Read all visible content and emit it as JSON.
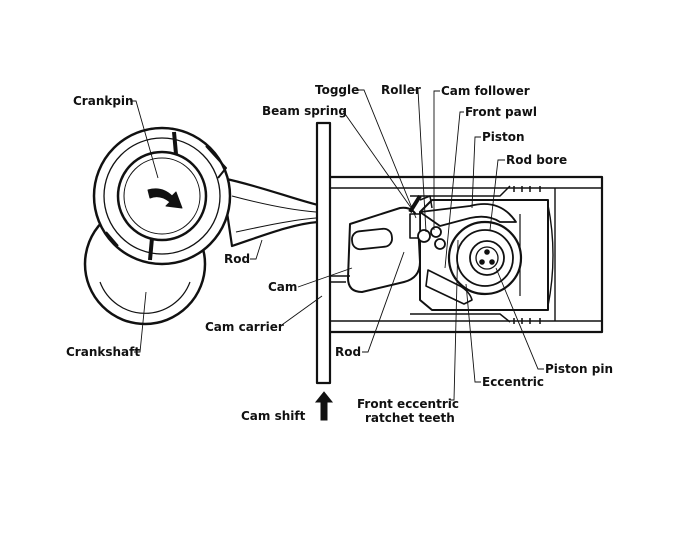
{
  "labels": {
    "crankpin": "Crankpin",
    "beam_spring": "Beam spring",
    "toggle": "Toggle",
    "roller": "Roller",
    "cam_follower": "Cam follower",
    "front_pawl": "Front pawl",
    "piston": "Piston",
    "rod_bore": "Rod bore",
    "rod_left": "Rod",
    "cam": "Cam",
    "cam_carrier": "Cam carrier",
    "crankshaft": "Crankshaft",
    "rod_lower": "Rod",
    "eccentric": "Eccentric",
    "piston_pin": "Piston pin",
    "front_eccentric_line1": "Front eccentric",
    "front_eccentric_line2": "ratchet teeth",
    "cam_shift": "Cam shift"
  },
  "colors": {
    "stroke": "#111111",
    "fill": "#ffffff",
    "arrow": "#111111"
  },
  "icons": {
    "rotation": "rotation-arrow-icon",
    "cam_shift": "up-arrow-icon"
  }
}
